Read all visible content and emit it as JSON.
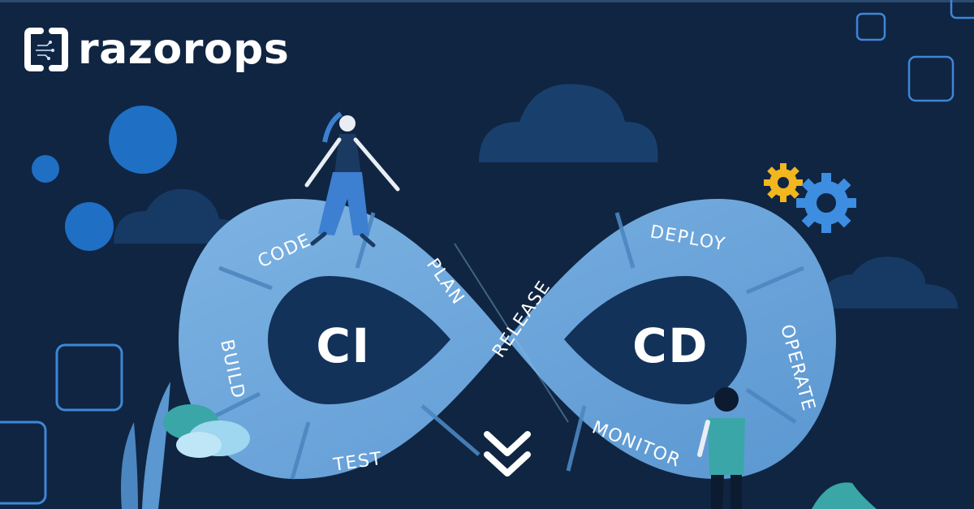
{
  "brand": {
    "name": "razorops"
  },
  "diagram": {
    "left_center": "CI",
    "right_center": "CD",
    "stages": {
      "code": "CODE",
      "plan": "PLAN",
      "build": "BUILD",
      "test": "TEST",
      "release": "RELEASE",
      "deploy": "DEPLOY",
      "operate": "OPERATE",
      "monitor": "MONITOR"
    }
  },
  "colors": {
    "background": "#0f2542",
    "band": "#6fa8dc",
    "band_dark": "#4c86c0",
    "hole": "#12325a",
    "accent_blue": "#1f6fc4",
    "gear_yellow": "#f2b61e",
    "gear_blue": "#3d8ee0"
  },
  "icons": [
    "scroll-down-chevron-icon",
    "gear-icon",
    "logo-mark-icon"
  ]
}
